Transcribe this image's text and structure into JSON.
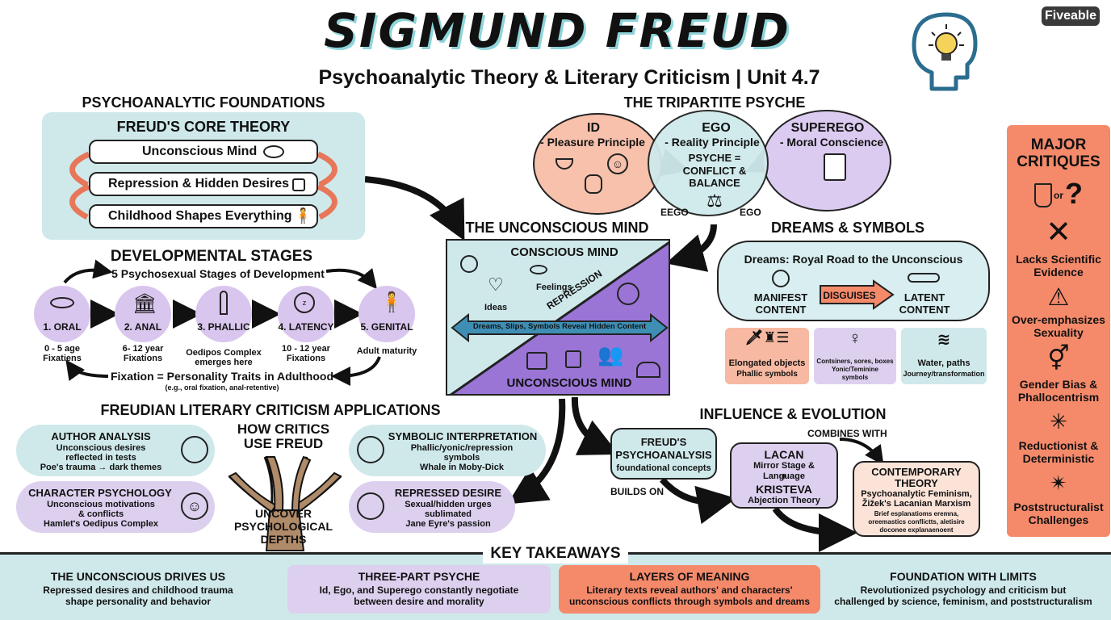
{
  "header": {
    "title": "SIGMUND FREUD",
    "subtitle": "Psychoanalytic Theory & Literary Criticism | Unit 4.7",
    "brand": "Fiveable",
    "colors": {
      "title_shadow": "#8ed4da",
      "teal": "#cfe9eb",
      "lilac": "#ddd0ef",
      "salmon": "#f7b9a2",
      "orange": "#f58a6b",
      "blue_band": "#3f8fb5",
      "purple_band": "#9a75d6"
    }
  },
  "foundations": {
    "heading": "PSYCHOANALYTIC FOUNDATIONS",
    "box_title": "FREUD'S CORE THEORY",
    "items": [
      {
        "label": "Unconscious Mind",
        "icon": "eye-icon"
      },
      {
        "label": "Repression & Hidden Desires",
        "icon": "lock-icon"
      },
      {
        "label": "Childhood Shapes Everything",
        "icon": "child-icon"
      }
    ]
  },
  "stages": {
    "heading": "DEVELOPMENTAL STAGES",
    "subheading": "5 Psychosexual Stages of Development",
    "items": [
      {
        "label": "1. ORAL",
        "note1": "0 - 5 age",
        "note2": "Fixatiens",
        "icon": "lips-icon"
      },
      {
        "label": "2. ANAL",
        "note1": "6- 12 year",
        "note2": "Fixations",
        "icon": "temple-icon"
      },
      {
        "label": "3. PHALLIC",
        "note1": "Oedipos Complex",
        "note2": "emerges here",
        "icon": "obelisk-icon"
      },
      {
        "label": "4. LATENCY",
        "note1": "10 - 12 year",
        "note2": "Fixations",
        "icon": "sleeping-face-icon"
      },
      {
        "label": "5. GENITAL",
        "note1": "Adult maturity",
        "note2": "",
        "icon": "person-icon"
      }
    ],
    "fixation": "Fixation = Personality Traits in Adulthood",
    "fixation_example": "(e.g., oral fixation, anal-retentive)"
  },
  "psyche": {
    "heading": "THE TRIPARTITE PSYCHE",
    "id": {
      "title": "ID",
      "desc": "- Pleasure Principle"
    },
    "ego": {
      "title": "EGO",
      "desc": "- Reality Principle",
      "center1": "PSYCHE =",
      "center2": "CONFLICT &",
      "center3": "BALANCE"
    },
    "superego": {
      "title": "SUPEREGO",
      "desc": "- Moral Conscience"
    },
    "scale_left": "EEGO",
    "scale_right": "EGO"
  },
  "unconscious": {
    "heading": "THE UNCONSCIOUS MIND",
    "conscious": "CONSCIOUS MIND",
    "feelings": "Feelings",
    "ideas": "Ideas",
    "repression": "REPRESSION",
    "band": "Dreams, Slips, Symbols Reveal Hidden Content",
    "unconscious": "UNCONSCIOUS MIND"
  },
  "dreams": {
    "heading": "DREAMS & SYMBOLS",
    "cloud_title": "Dreams: Royal Road to the Unconscious",
    "manifest1": "MANIFEST",
    "manifest2": "CONTENT",
    "disguises": "DISGUISES",
    "latent1": "LATENT",
    "latent2": "CONTENT",
    "symbols": [
      {
        "line1": "Elongated objects",
        "line2": "Phallic symbols",
        "line3": ""
      },
      {
        "line1": "Contsiners, sores, boxes",
        "line2": "Yonic/Temininе",
        "line3": "symbols"
      },
      {
        "line1": "Water, paths",
        "line2": "Journey/transformation",
        "line3": ""
      }
    ]
  },
  "critiques": {
    "heading1": "MAJOR",
    "heading2": "CRITIQUES",
    "or_text": "or",
    "items": [
      {
        "line1": "Lacks Scientific",
        "line2": "Evidence"
      },
      {
        "line1": "Over-emphasizes",
        "line2": "Sexuality"
      },
      {
        "line1": "Gender Bias &",
        "line2": "Phallocentrism"
      },
      {
        "line1": "Reductionist &",
        "line2": "Deterministic"
      },
      {
        "line1": "Poststructuralist",
        "line2": "Challenges"
      }
    ]
  },
  "applications": {
    "heading": "FREUDIAN LITERARY CRITICISM APPLICATIONS",
    "center1": "HOW CRITICS",
    "center2": "USE FREUD",
    "trunk1": "UNCOVER",
    "trunk2": "PSYCHOLOGICAL",
    "trunk3": "DEPTHS",
    "author": {
      "title": "AUTHOR ANALYSIS",
      "l1": "Unconscious desires",
      "l2": "reflected in tests",
      "l3": "Poe's trauma → dark themes"
    },
    "character": {
      "title": "CHARACTER PSYCHOLOGY",
      "l1": "Unconscious motivations",
      "l2": "& conflicts",
      "l3": "Hamlet's Oedipus Complex"
    },
    "symbolic": {
      "title": "SYMBOLIC INTERPRETATION",
      "l1": "Phallic/yonic/repression",
      "l2": "symbols",
      "l3": "Whale in Moby-Dick"
    },
    "repressed": {
      "title": "REPRESSED DESIRE",
      "l1": "Sexual/hidden urges",
      "l2": "sublimated",
      "l3": "Jane Eyre's passion"
    }
  },
  "influence": {
    "heading": "INFLUENCE & EVOLUTION",
    "freud1": "FREUD'S",
    "freud2": "PSYCHOANALYSIS",
    "freud3": "foundational concepts",
    "builds_on": "BUILDS ON",
    "combines_with": "COMBINES WITH",
    "lacan": "LACAN",
    "lacan_desc": "Mirror Stage & Language",
    "plus": "+",
    "kristeva": "KRISTEVA",
    "kristeva_desc": "Abjection Theory",
    "contemporary1": "CONTEMPORARY",
    "contemporary2": "THEORY",
    "contemporary3": "Psychoanalytic Feminism,",
    "contemporary4": "Žižek's Lacanian Marxism",
    "contemporary5": "Brief esplanatioms eremna,",
    "contemporary6": "oreemastics conflictts, aletisire",
    "contemporary7": "doconee explanaenoent"
  },
  "takeaways": {
    "heading": "KEY TAKEAWAYS",
    "items": [
      {
        "title": "THE UNCONSCIOUS DRIVES US",
        "l1": "Repressed desires and childhood trauma",
        "l2": "shape personality and behavior"
      },
      {
        "title": "THREE-PART PSYCHE",
        "l1": "Id, Ego, and Superego constantly negotiate",
        "l2": "between desire and morality"
      },
      {
        "title": "LAYERS OF MEANING",
        "l1": "Literary texts reveal authors' and characters'",
        "l2": "unconscious conflicts through symbols and dreams"
      },
      {
        "title": "FOUNDATION WITH LIMITS",
        "l1": "Revolutionized psychology and criticism but",
        "l2": "challenged by science, feminism, and poststructuralism"
      }
    ]
  }
}
